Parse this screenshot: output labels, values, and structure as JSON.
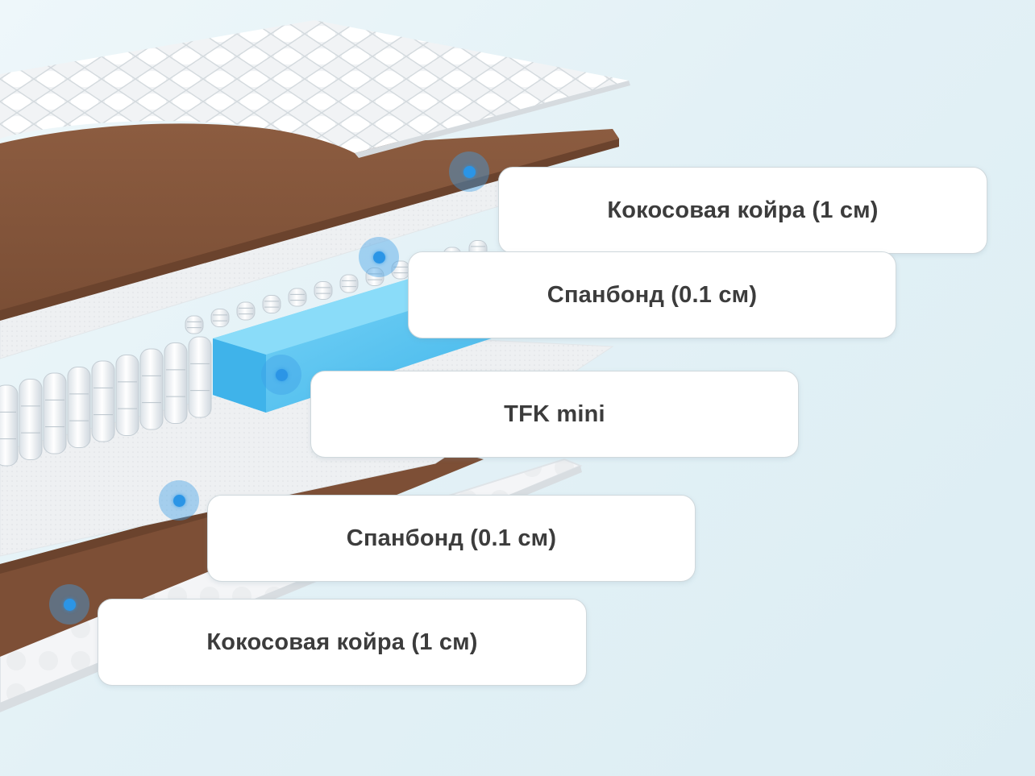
{
  "layers": [
    {
      "label": "Кокосовая койра (1 см)"
    },
    {
      "label": "Спанбонд (0.1 см)"
    },
    {
      "label": "TFK mini"
    },
    {
      "label": "Спанбонд (0.1 см)"
    },
    {
      "label": "Кокосовая койра (1 см)"
    }
  ],
  "colors": {
    "coir": "#8a5a3f",
    "foam": "#55c3f0",
    "marker": "#2b95e6",
    "cover": "#f4f6f8",
    "label_text": "#3c3c3c"
  }
}
